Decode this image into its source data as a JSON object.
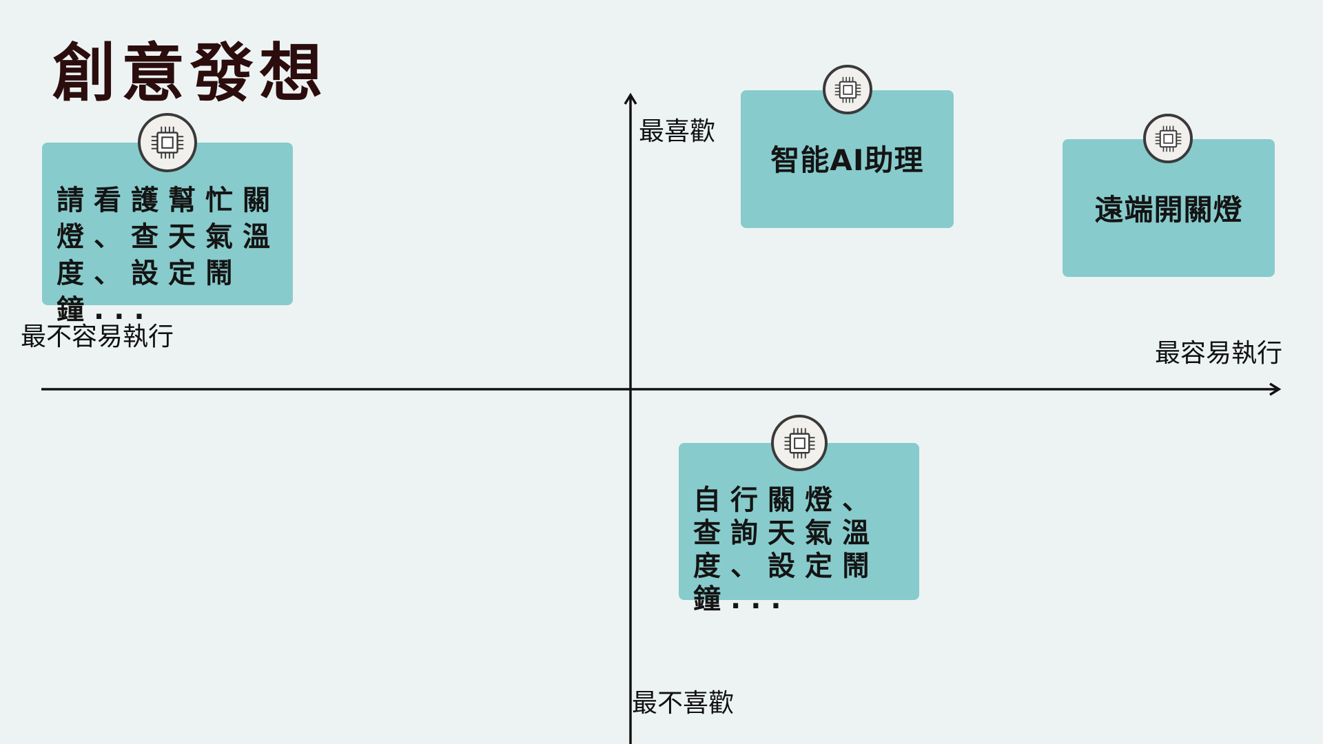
{
  "colors": {
    "background": "#edf3f3",
    "card": "#88cbcc",
    "title": "#2b0d0d",
    "axis": "#111111"
  },
  "title": "創意發想",
  "axes": {
    "top": "最喜歡",
    "bottom": "最不喜歡",
    "left": "最不容易執行",
    "right": "最容易執行"
  },
  "cards": [
    {
      "text": "請看護幫忙關燈、查天氣溫度、設定鬧鐘...",
      "icon": "chip-icon"
    },
    {
      "text": "智能AI助理",
      "icon": "chip-icon"
    },
    {
      "text": "遠端開關燈",
      "icon": "chip-icon"
    },
    {
      "text": "自行關燈、查詢天氣溫度、設定鬧鐘...",
      "icon": "chip-icon"
    }
  ]
}
